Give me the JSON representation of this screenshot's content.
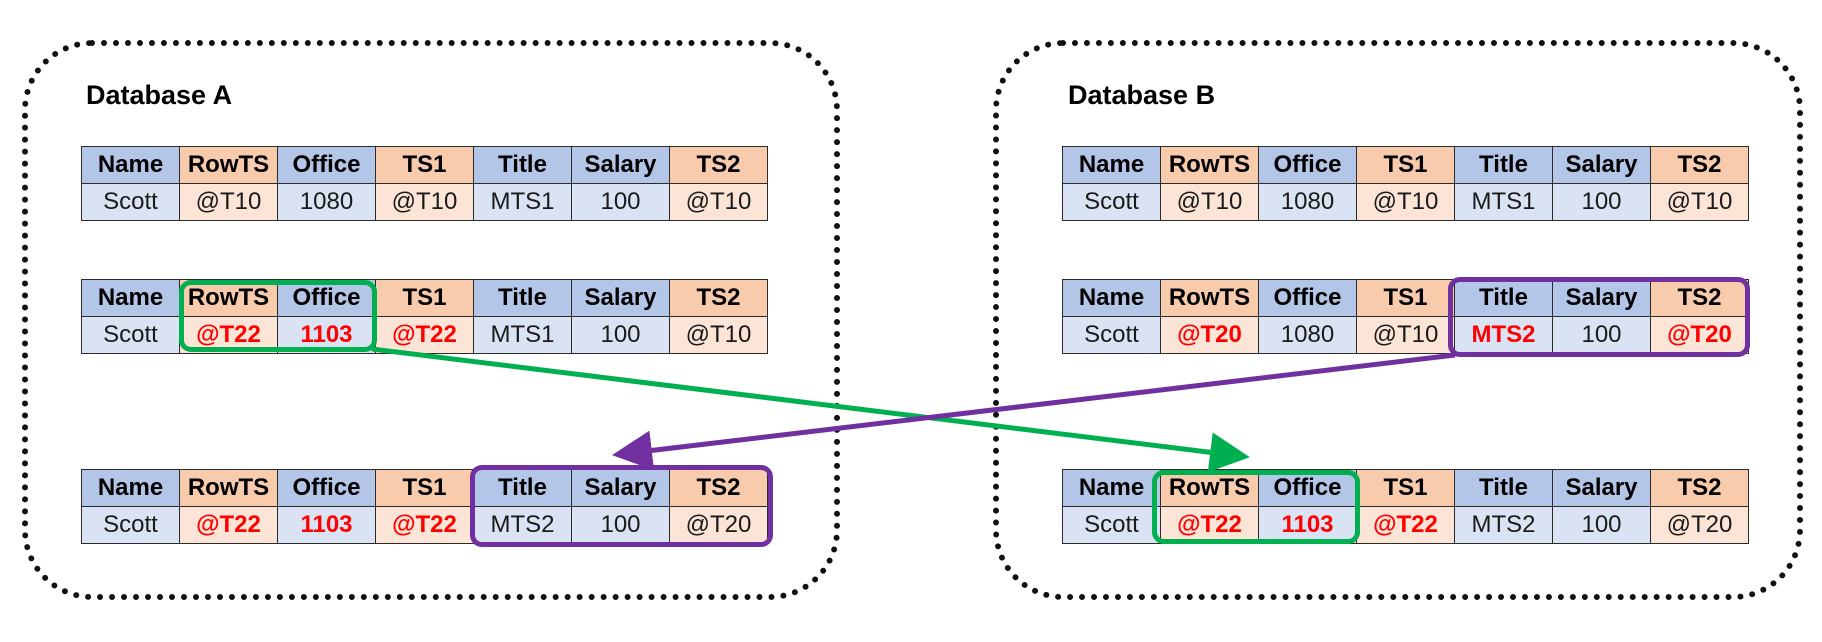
{
  "databases": [
    {
      "title": "Database A",
      "tables": [
        {
          "headers": [
            "Name",
            "RowTS",
            "Office",
            "TS1",
            "Title",
            "Salary",
            "TS2"
          ],
          "values": [
            "Scott",
            "@T10",
            "1080",
            "@T10",
            "MTS1",
            "100",
            "@T10"
          ],
          "changed": [
            false,
            false,
            false,
            false,
            false,
            false,
            false
          ]
        },
        {
          "headers": [
            "Name",
            "RowTS",
            "Office",
            "TS1",
            "Title",
            "Salary",
            "TS2"
          ],
          "values": [
            "Scott",
            "@T22",
            "1103",
            "@T22",
            "MTS1",
            "100",
            "@T10"
          ],
          "changed": [
            false,
            true,
            true,
            true,
            false,
            false,
            false
          ]
        },
        {
          "headers": [
            "Name",
            "RowTS",
            "Office",
            "TS1",
            "Title",
            "Salary",
            "TS2"
          ],
          "values": [
            "Scott",
            "@T22",
            "1103",
            "@T22",
            "MTS2",
            "100",
            "@T20"
          ],
          "changed": [
            false,
            true,
            true,
            true,
            false,
            false,
            false
          ]
        }
      ]
    },
    {
      "title": "Database B",
      "tables": [
        {
          "headers": [
            "Name",
            "RowTS",
            "Office",
            "TS1",
            "Title",
            "Salary",
            "TS2"
          ],
          "values": [
            "Scott",
            "@T10",
            "1080",
            "@T10",
            "MTS1",
            "100",
            "@T10"
          ],
          "changed": [
            false,
            false,
            false,
            false,
            false,
            false,
            false
          ]
        },
        {
          "headers": [
            "Name",
            "RowTS",
            "Office",
            "TS1",
            "Title",
            "Salary",
            "TS2"
          ],
          "values": [
            "Scott",
            "@T20",
            "1080",
            "@T10",
            "MTS2",
            "100",
            "@T20"
          ],
          "changed": [
            false,
            true,
            false,
            false,
            true,
            false,
            true
          ]
        },
        {
          "headers": [
            "Name",
            "RowTS",
            "Office",
            "TS1",
            "Title",
            "Salary",
            "TS2"
          ],
          "values": [
            "Scott",
            "@T22",
            "1103",
            "@T22",
            "MTS2",
            "100",
            "@T20"
          ],
          "changed": [
            false,
            true,
            true,
            true,
            false,
            false,
            false
          ]
        }
      ]
    }
  ],
  "column_colors": [
    "blue",
    "orange",
    "blue",
    "orange",
    "blue",
    "blue",
    "orange"
  ],
  "colors": {
    "header_blue": "#b4c6e7",
    "header_orange": "#f8cbad",
    "cell_blue": "#dae3f3",
    "cell_orange": "#fce4d6",
    "changed_text": "#ff0000",
    "highlight_green": "#00b050",
    "highlight_purple": "#7030a0"
  },
  "highlights": [
    {
      "color": "green",
      "database": "Database A",
      "table": 2,
      "columns": [
        "RowTS",
        "Office"
      ]
    },
    {
      "color": "purple",
      "database": "Database B",
      "table": 2,
      "columns": [
        "Title",
        "Salary",
        "TS2"
      ]
    },
    {
      "color": "purple",
      "database": "Database A",
      "table": 3,
      "columns": [
        "Title",
        "Salary",
        "TS2"
      ]
    },
    {
      "color": "green",
      "database": "Database B",
      "table": 3,
      "columns": [
        "RowTS",
        "Office"
      ]
    }
  ],
  "arrows": [
    {
      "color": "green",
      "from": "Database A table 2 RowTS/Office",
      "to": "Database B table 3 RowTS/Office"
    },
    {
      "color": "purple",
      "from": "Database B table 2 Title/Salary/TS2",
      "to": "Database A table 3 Title/Salary/TS2"
    }
  ]
}
